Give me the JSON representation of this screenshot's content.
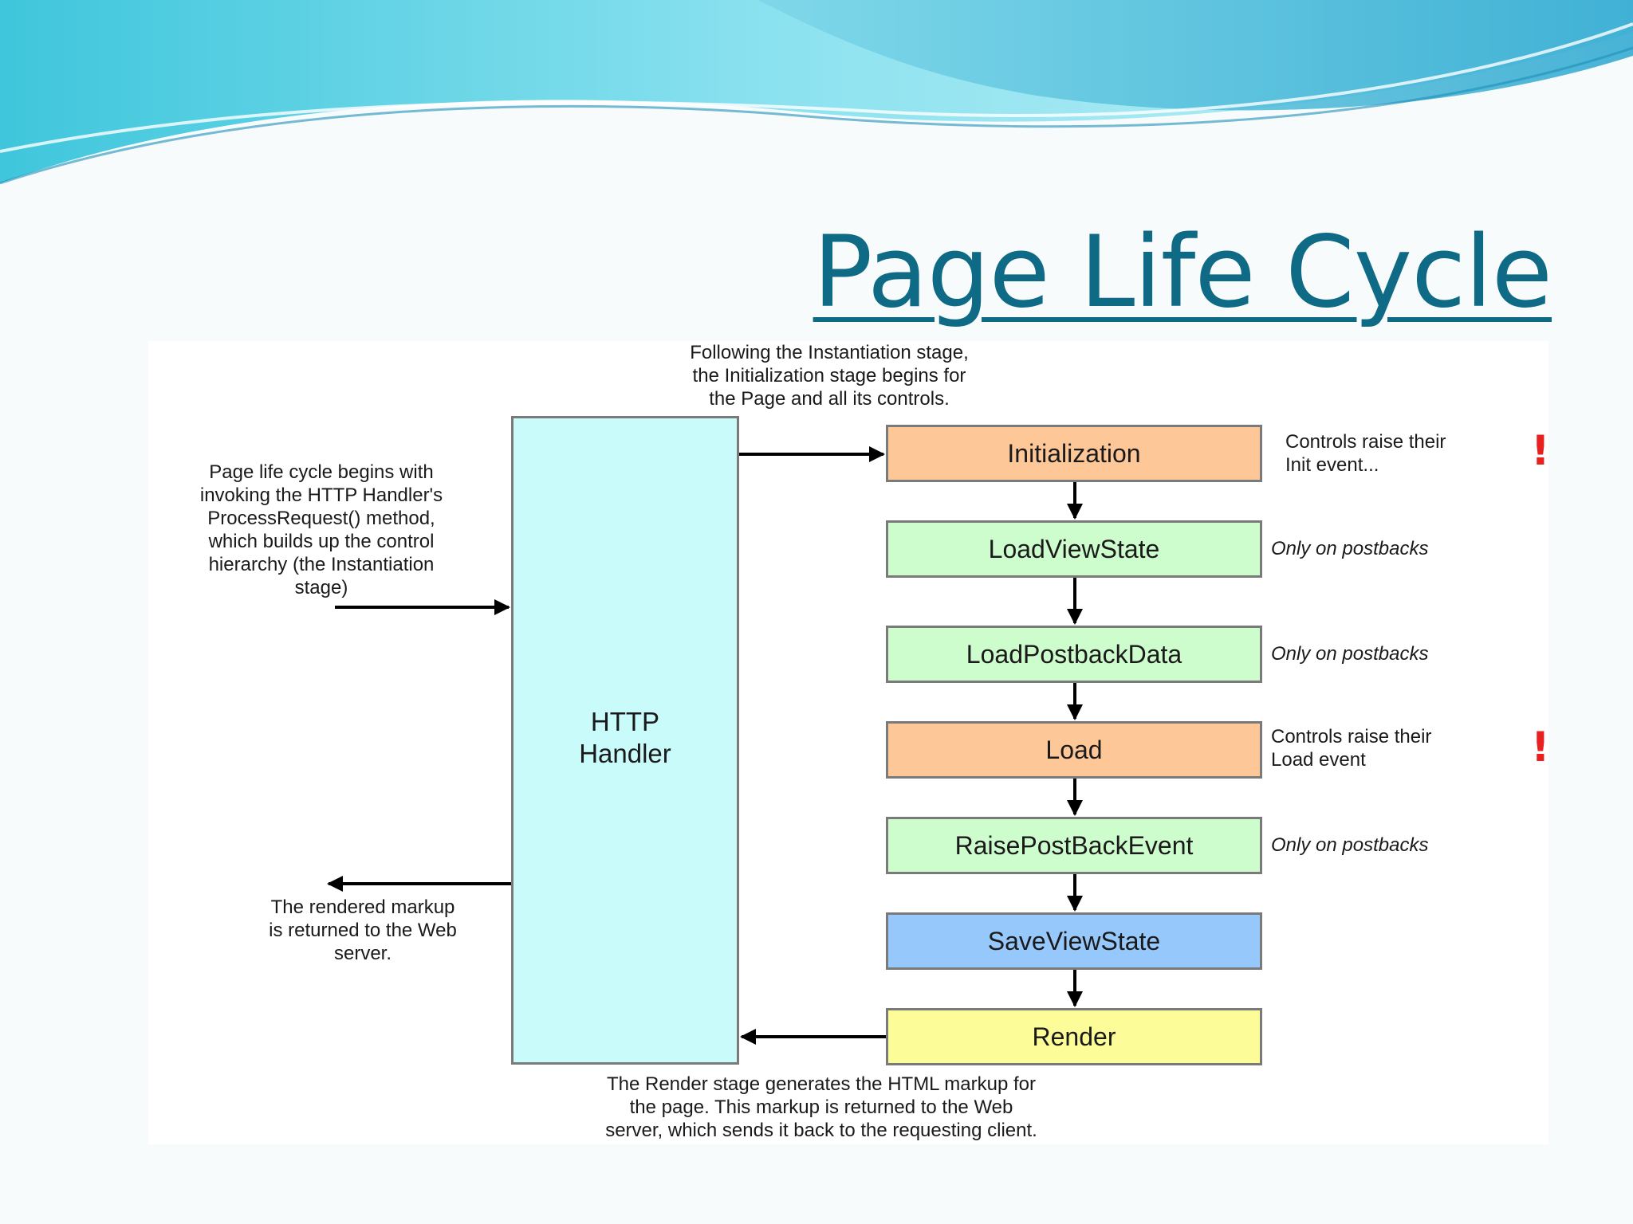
{
  "title": "Page Life Cycle",
  "notes": {
    "instantiation": "Following the Instantiation stage,\nthe Initialization stage begins for\nthe Page and all its controls.",
    "begin": "Page life cycle begins with\ninvoking the HTTP Handler's\nProcessRequest() method,\nwhich builds up the control\nhierarchy (the Instantiation\nstage)",
    "returned": "The rendered markup\nis returned to the Web\nserver.",
    "render": "The Render stage generates the HTML markup for\nthe page.  This markup is returned to the Web\nserver, which sends it back to the requesting client."
  },
  "handler_label": "HTTP\nHandler",
  "stages": [
    {
      "label": "Initialization",
      "color": "#fdc798",
      "note": "Controls raise their\nInit event...",
      "note_style": "normal",
      "alert": "!"
    },
    {
      "label": "LoadViewState",
      "color": "#cdfccd",
      "note": "Only on postbacks",
      "note_style": "italic",
      "alert": ""
    },
    {
      "label": "LoadPostbackData",
      "color": "#cdfccd",
      "note": "Only on postbacks",
      "note_style": "italic",
      "alert": ""
    },
    {
      "label": "Load",
      "color": "#fdc798",
      "note": "Controls raise their\nLoad event",
      "note_style": "normal",
      "alert": "!"
    },
    {
      "label": "RaisePostBackEvent",
      "color": "#cdfccd",
      "note": "Only on postbacks",
      "note_style": "italic",
      "alert": ""
    },
    {
      "label": "SaveViewState",
      "color": "#97c8fc",
      "note": "",
      "note_style": "normal",
      "alert": ""
    },
    {
      "label": "Render",
      "color": "#fcfc98",
      "note": "",
      "note_style": "normal",
      "alert": ""
    }
  ],
  "colors": {
    "title": "#0e6a85",
    "handler": "#c9fbfb",
    "alert": "#e82020"
  }
}
